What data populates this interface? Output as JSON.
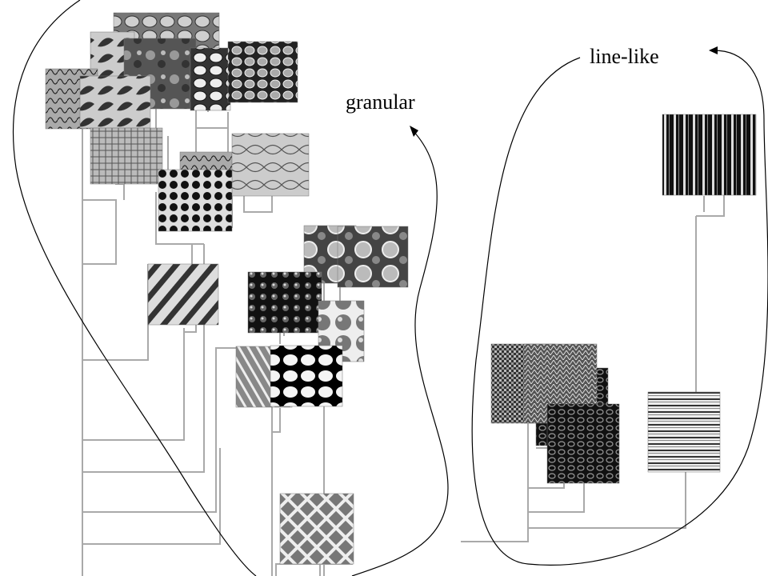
{
  "labels": {
    "granular": "granular",
    "line_like": "line-like"
  },
  "colors": {
    "tree": "#a9a9a9",
    "outline": "#000000"
  },
  "textures": [
    {
      "id": "t1",
      "kind": "cells-large"
    },
    {
      "id": "t2",
      "kind": "blotchy"
    },
    {
      "id": "t3",
      "kind": "pebbles"
    },
    {
      "id": "t4",
      "kind": "honeycomb"
    },
    {
      "id": "t5",
      "kind": "leaves"
    },
    {
      "id": "t6",
      "kind": "crinkle"
    },
    {
      "id": "t7",
      "kind": "grid"
    },
    {
      "id": "t8",
      "kind": "net"
    },
    {
      "id": "t9",
      "kind": "dots"
    },
    {
      "id": "t10",
      "kind": "diagonal-rocks"
    },
    {
      "id": "t11",
      "kind": "bubbles"
    },
    {
      "id": "t12",
      "kind": "scales-dark"
    },
    {
      "id": "t13",
      "kind": "spheres"
    },
    {
      "id": "t14",
      "kind": "straw"
    },
    {
      "id": "t15",
      "kind": "oval-stones"
    },
    {
      "id": "t16",
      "kind": "mesh"
    },
    {
      "id": "t17",
      "kind": "vertical-stripes"
    },
    {
      "id": "t18",
      "kind": "woven"
    },
    {
      "id": "t19",
      "kind": "knit"
    },
    {
      "id": "t20",
      "kind": "hex-mesh"
    },
    {
      "id": "t21",
      "kind": "horizontal-stripes"
    }
  ]
}
